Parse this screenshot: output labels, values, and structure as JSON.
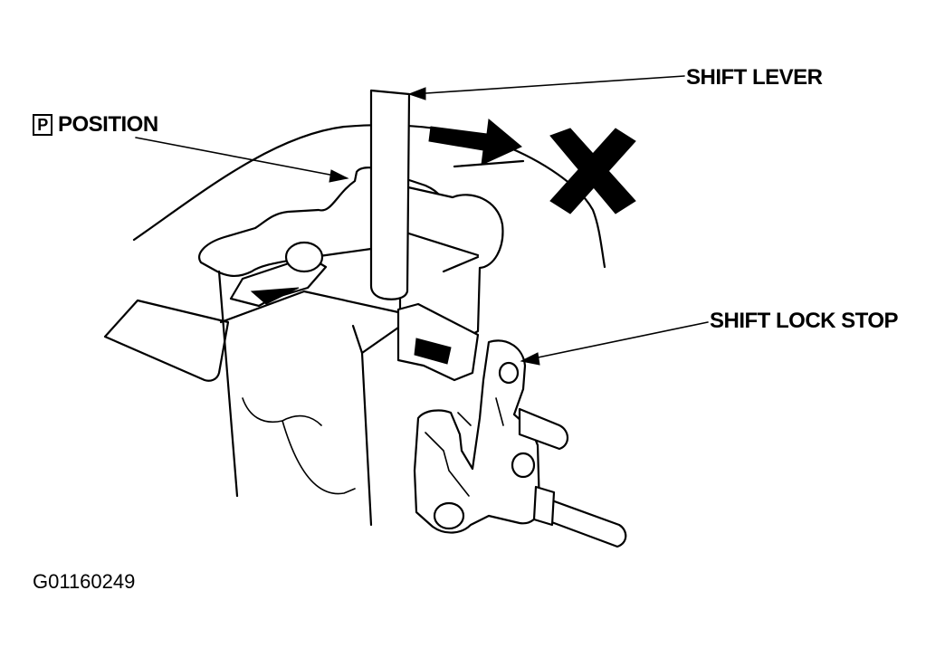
{
  "labels": {
    "shift_lever": "SHIFT LEVER",
    "position_marker": "P",
    "position": "POSITION",
    "shift_lock_stop": "SHIFT LOCK STOP"
  },
  "figure_id": "G01160249",
  "colors": {
    "ink": "#000000",
    "paper": "#ffffff"
  },
  "icons": [
    "cross-mark-icon",
    "push-arrow-icon"
  ]
}
